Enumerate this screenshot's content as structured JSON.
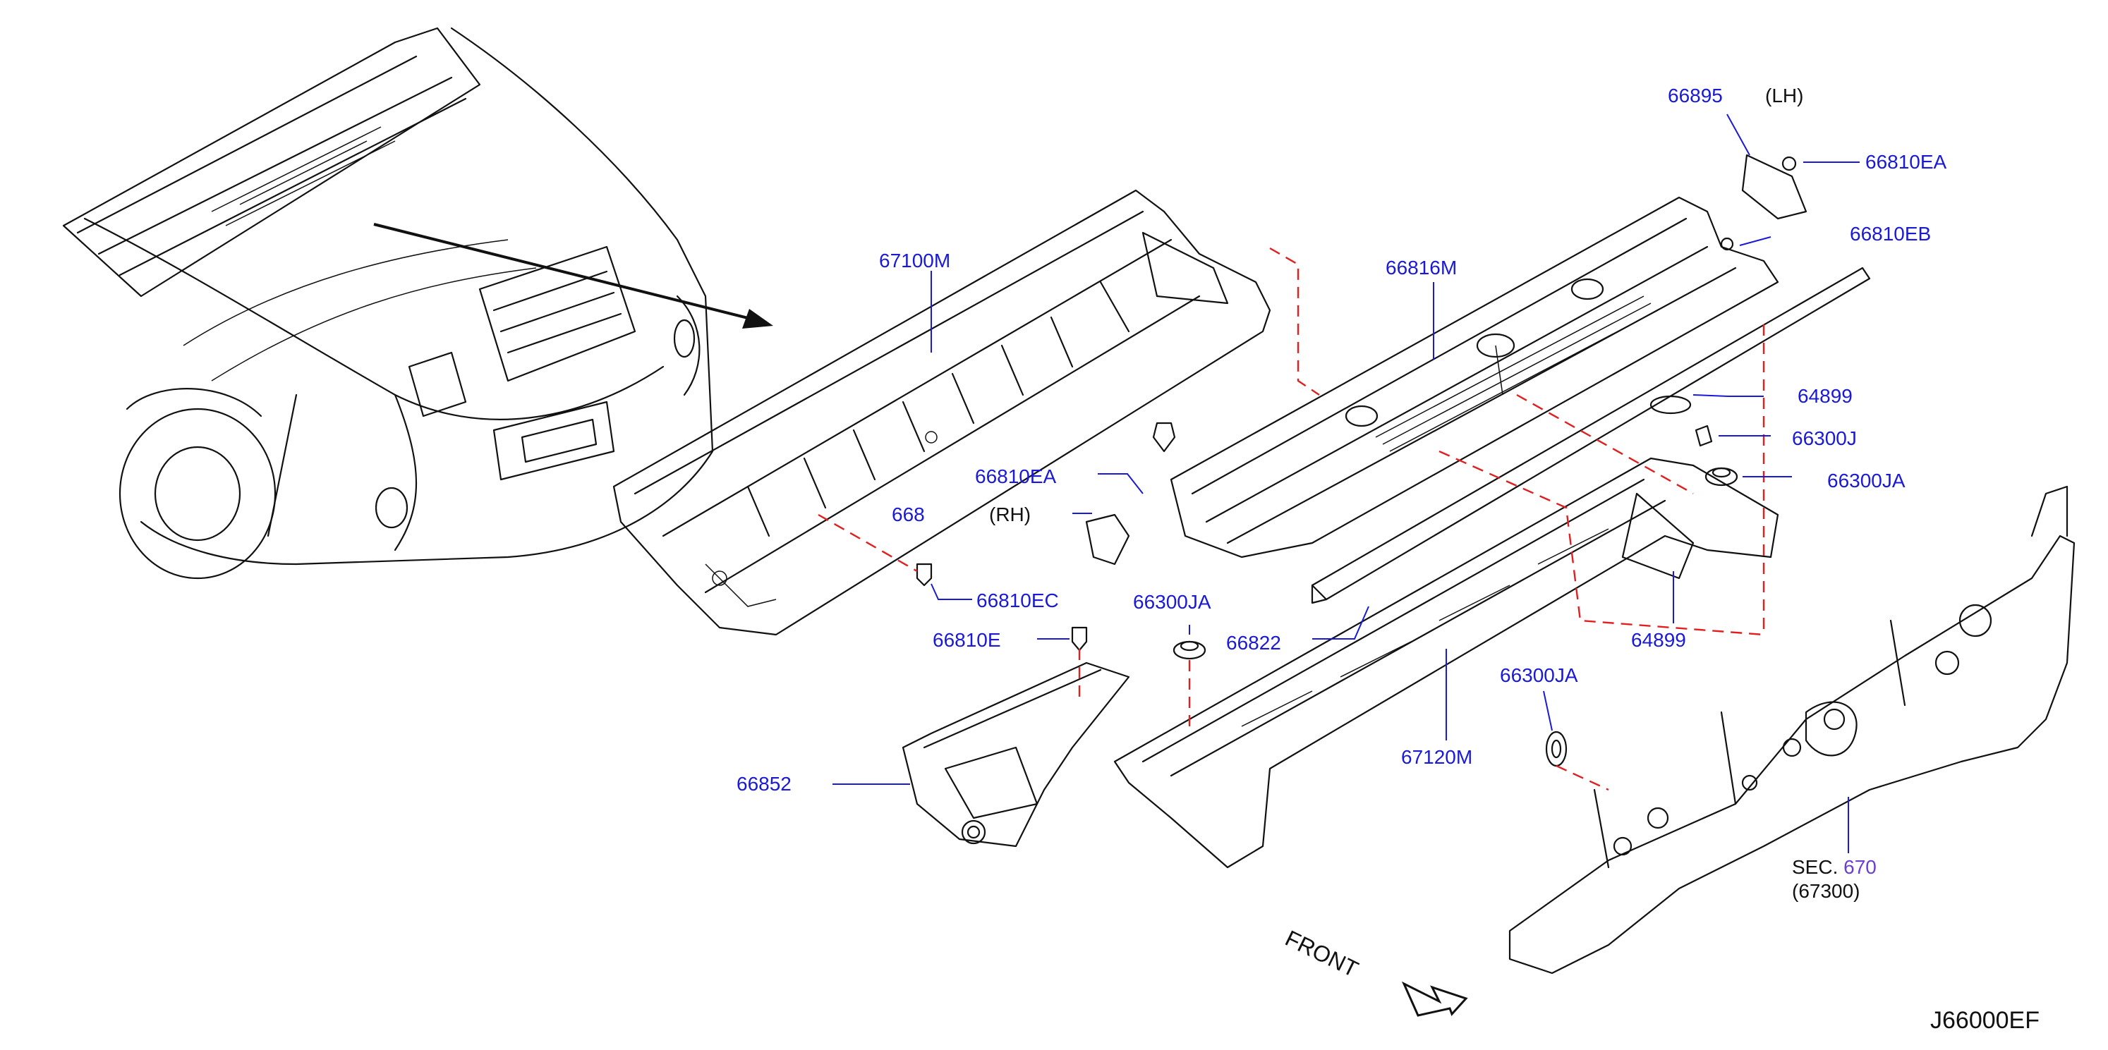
{
  "diagram": {
    "code": "J66000EF",
    "front_label": "FRONT",
    "section": {
      "prefix": "SEC.",
      "number": "670",
      "sub": "(67300)"
    },
    "callouts": {
      "p67100M": "67100M",
      "p66816M": "66816M",
      "p66895": "66895",
      "lh": "(LH)",
      "p66810EA_top": "66810EA",
      "p66810EB": "66810EB",
      "p64899_top": "64899",
      "p66300J": "66300J",
      "p66300JA_right": "66300JA",
      "p66810EA_mid": "66810EA",
      "p668_partial": "668",
      "rh": "(RH)",
      "p66810EC": "66810EC",
      "p66300JA_mid": "66300JA",
      "p66810E": "66810E",
      "p66822": "66822",
      "p64899_low": "64899",
      "p66300JA_low": "66300JA",
      "p67120M": "67120M",
      "p66852": "66852"
    }
  }
}
